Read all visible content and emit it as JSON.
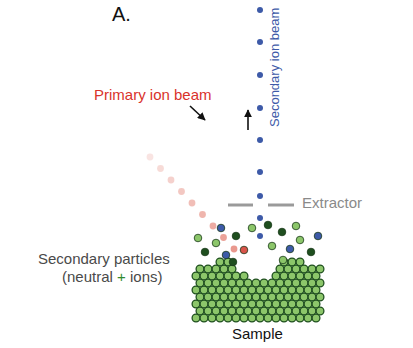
{
  "diagram": {
    "labels": [
      "A.",
      "Primary ion beam",
      "Secondary ion beam",
      "Extractor",
      "Secondary particles",
      "(neutral + ions)",
      "Sample"
    ]
  }
}
